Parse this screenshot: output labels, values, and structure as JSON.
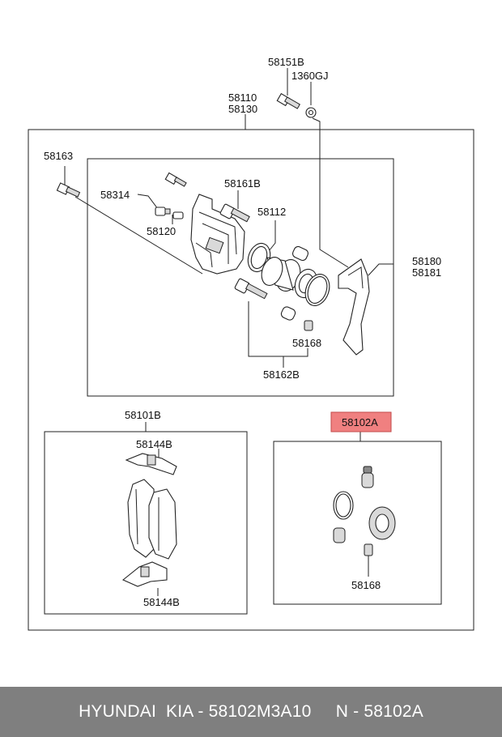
{
  "labels": {
    "p58151b": "58151B",
    "p1360gj": "1360GJ",
    "p58110": "58110",
    "p58130": "58130",
    "p58163": "58163",
    "p58314": "58314",
    "p58161b": "58161B",
    "p58112": "58112",
    "p58120": "58120",
    "p58180": "58180",
    "p58181": "58181",
    "p58168_top": "58168",
    "p58162b": "58162B",
    "p58101b": "58101B",
    "p58144b_top": "58144B",
    "p58144b_bottom": "58144B",
    "p58102a": "58102A",
    "p58168_kit": "58168"
  },
  "highlight": {
    "fill": "#f08080",
    "stroke": "#c24a4a"
  },
  "footer": {
    "text": "HYUNDAI  KIA - 58102M3A10     N - 58102A",
    "background": "#7f7f7f",
    "color": "#ffffff"
  }
}
